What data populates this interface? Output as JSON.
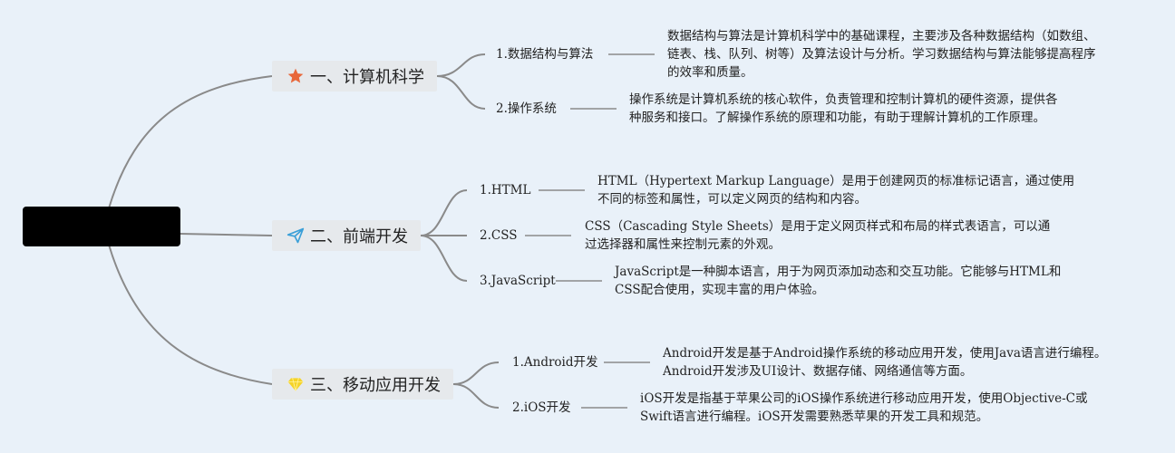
{
  "branches": [
    {
      "label": "一、计算机科学",
      "icon": "star-icon",
      "icon_color": "#e8673a",
      "items": [
        {
          "label": "1.数据结构与算法",
          "desc": [
            "数据结构与算法是计算机科学中的基础课程，主要涉及各种数据结构（如数组、",
            "链表、栈、队列、树等）及算法设计与分析。学习数据结构与算法能够提高程序",
            "的效率和质量。"
          ]
        },
        {
          "label": "2.操作系统",
          "desc": [
            "操作系统是计算机系统的核心软件，负责管理和控制计算机的硬件资源，提供各",
            "种服务和接口。了解操作系统的原理和功能，有助于理解计算机的工作原理。"
          ]
        }
      ]
    },
    {
      "label": "二、前端开发",
      "icon": "paper-plane-icon",
      "icon_color": "#3a9fd8",
      "items": [
        {
          "label": "1.HTML",
          "desc": [
            "HTML（Hypertext Markup Language）是用于创建网页的标准标记语言，通过使用",
            "不同的标签和属性，可以定义网页的结构和内容。"
          ]
        },
        {
          "label": "2.CSS",
          "desc": [
            "CSS（Cascading Style Sheets）是用于定义网页样式和布局的样式表语言，可以通",
            "过选择器和属性来控制元素的外观。"
          ]
        },
        {
          "label": "3.JavaScript",
          "desc": [
            "JavaScript是一种脚本语言，用于为网页添加动态和交互功能。它能够与HTML和",
            "CSS配合使用，实现丰富的用户体验。"
          ]
        }
      ]
    },
    {
      "label": "三、移动应用开发",
      "icon": "gem-icon",
      "icon_color": "#f5d327",
      "items": [
        {
          "label": "1.Android开发",
          "desc": [
            "Android开发是基于Android操作系统的移动应用开发，使用Java语言进行编程。",
            "Android开发涉及UI设计、数据存储、网络通信等方面。"
          ]
        },
        {
          "label": "2.iOS开发",
          "desc": [
            "iOS开发是指基于苹果公司的iOS操作系统进行移动应用开发，使用Objective-C或",
            "Swift语言进行编程。iOS开发需要熟悉苹果的开发工具和规范。"
          ]
        }
      ]
    }
  ]
}
